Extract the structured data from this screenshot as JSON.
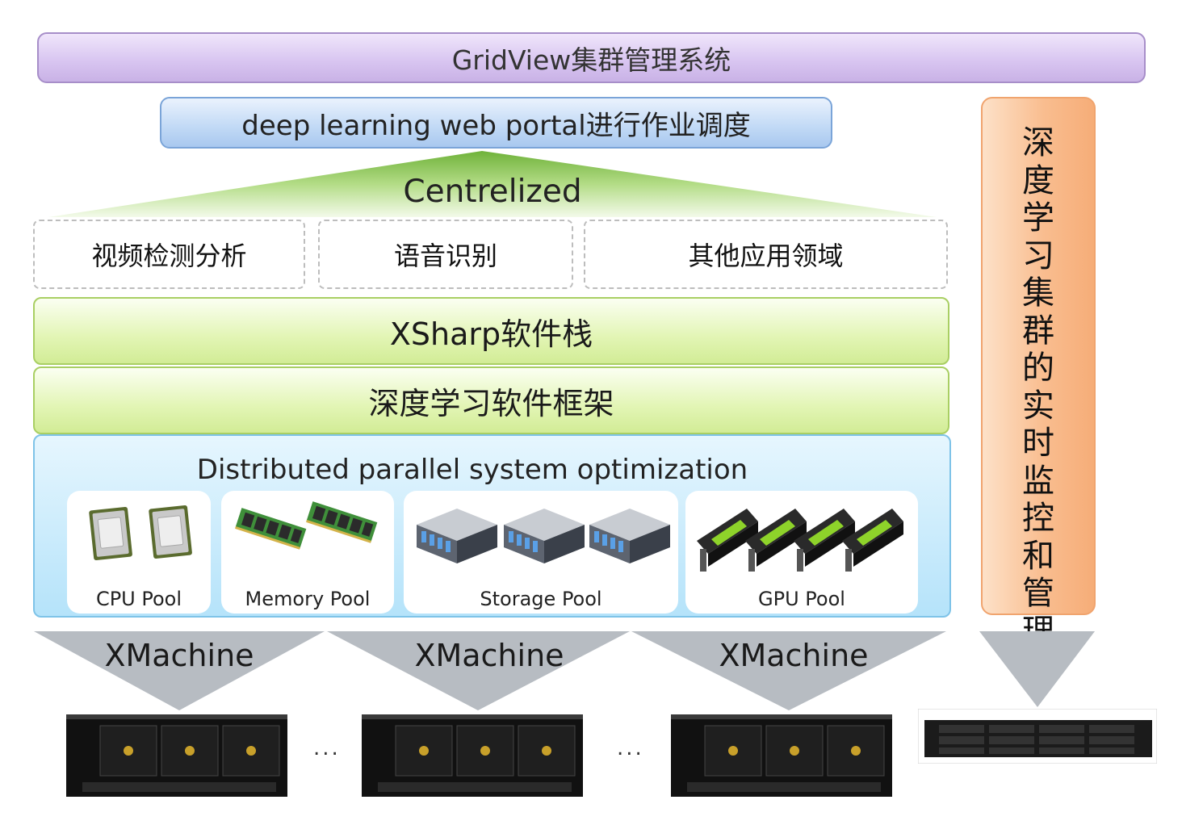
{
  "top": {
    "gridview_label": "GridView集群管理系统",
    "portal_label": "deep learning web portal进行作业调度",
    "centralized_label": "Centrelized"
  },
  "applications": [
    {
      "label": "视频检测分析"
    },
    {
      "label": "语音识别"
    },
    {
      "label": "其他应用领域"
    }
  ],
  "stack": {
    "xsharp_label": "XSharp软件栈",
    "framework_label": "深度学习软件框架"
  },
  "distributed": {
    "title": "Distributed parallel system optimization",
    "pools": [
      {
        "label": "CPU Pool",
        "icon": "cpu-chip-icon"
      },
      {
        "label": "Memory Pool",
        "icon": "memory-module-icon"
      },
      {
        "label": "Storage Pool",
        "icon": "storage-server-icon"
      },
      {
        "label": "GPU Pool",
        "icon": "gpu-card-icon"
      }
    ]
  },
  "side_panel": {
    "label": "深度学习集群的实时监控和管理"
  },
  "machines": [
    {
      "label": "XMachine"
    },
    {
      "label": "XMachine"
    },
    {
      "label": "XMachine"
    }
  ],
  "ellipsis": [
    "...",
    "..."
  ],
  "colors": {
    "purple": "#d9c6f1",
    "blue": "#c4dbf6",
    "green": "#e2f5b4",
    "cyan": "#b5e3fa",
    "orange": "#f9bd8f",
    "arrow_gray": "#b7bcc2",
    "gpu_green": "#8ed32a"
  }
}
